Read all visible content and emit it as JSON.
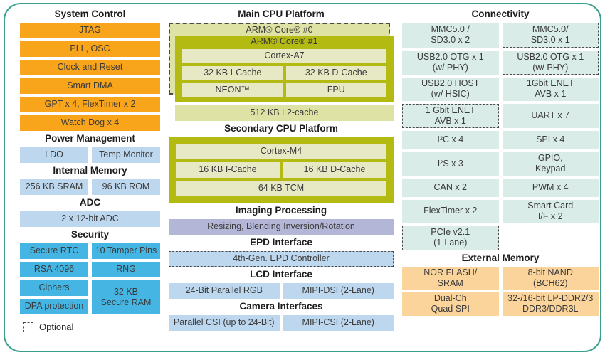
{
  "colors": {
    "frame_border": "#3AA08C",
    "orange": "#F9A51B",
    "light_blue": "#BDD7EE",
    "medium_blue": "#45B6E3",
    "lime": "#B3BB13",
    "pale_lime": "#E7E9C4",
    "pale_olive": "#DEE2A5",
    "lavender": "#B4B6D8",
    "mint": "#D9ECE8",
    "peach": "#FBD49C"
  },
  "legend": {
    "optional_label": "Optional"
  },
  "system_control": {
    "title": "System Control",
    "blocks": [
      "JTAG",
      "PLL, OSC",
      "Clock and Reset",
      "Smart DMA",
      "GPT x 4, FlexTimer x 2",
      "Watch Dog x 4"
    ]
  },
  "power_management": {
    "title": "Power Management",
    "blocks": [
      "LDO",
      "Temp Monitor"
    ]
  },
  "internal_memory": {
    "title": "Internal Memory",
    "blocks": [
      "256 KB SRAM",
      "96 KB ROM"
    ]
  },
  "adc": {
    "title": "ADC",
    "blocks": [
      "2 x 12-bit ADC"
    ]
  },
  "security": {
    "title": "Security",
    "blocks": [
      "Secure RTC",
      "10 Tamper Pins",
      "RSA 4096",
      "RNG",
      "Ciphers",
      "32 KB\nSecure RAM",
      "DPA protection"
    ]
  },
  "main_cpu": {
    "title": "Main CPU Platform",
    "core0": "ARM® Core® #0",
    "core1": "ARM® Core® #1",
    "cortex": "Cortex-A7",
    "icache": "32 KB I-Cache",
    "dcache": "32 KB D-Cache",
    "neon": "NEON™",
    "fpu": "FPU",
    "l2": "512 KB L2-cache"
  },
  "secondary_cpu": {
    "title": "Secondary CPU Platform",
    "cortex": "Cortex-M4",
    "icache": "16 KB I-Cache",
    "dcache": "16 KB D-Cache",
    "tcm": "64 KB TCM"
  },
  "imaging": {
    "title": "Imaging Processing",
    "block": "Resizing, Blending Inversion/Rotation"
  },
  "epd": {
    "title": "EPD Interface",
    "block": "4th-Gen. EPD Controller"
  },
  "lcd": {
    "title": "LCD Interface",
    "blocks": [
      "24-Bit Parallel RGB",
      "MIPI-DSI (2-Lane)"
    ]
  },
  "camera": {
    "title": "Camera Interfaces",
    "blocks": [
      "Parallel CSI (up to 24-Bit)",
      "MIPI-CSI (2-Lane)"
    ]
  },
  "connectivity": {
    "title": "Connectivity",
    "cells": [
      {
        "label": "MMC5.0 /\nSD3.0 x 2",
        "optional": false
      },
      {
        "label": "MMC5.0/\nSD3.0 x 1",
        "optional": true
      },
      {
        "label": "USB2.0 OTG x 1\n(w/ PHY)",
        "optional": false
      },
      {
        "label": "USB2.0 OTG x 1\n(w/ PHY)",
        "optional": true
      },
      {
        "label": "USB2.0 HOST\n(w/ HSIC)",
        "optional": false
      },
      {
        "label": "1Gbit ENET\nAVB x 1",
        "optional": false
      },
      {
        "label": "1 Gbit ENET\nAVB x 1",
        "optional": true
      },
      {
        "label": "UART x 7",
        "optional": false
      },
      {
        "label": "I²C x 4",
        "optional": false
      },
      {
        "label": "SPI x 4",
        "optional": false
      },
      {
        "label": "I²S x 3",
        "optional": false
      },
      {
        "label": "GPIO,\nKeypad",
        "optional": false
      },
      {
        "label": "CAN x 2",
        "optional": false
      },
      {
        "label": "PWM x 4",
        "optional": false
      },
      {
        "label": "FlexTimer x 2",
        "optional": false
      },
      {
        "label": "Smart Card\nI/F x 2",
        "optional": false
      },
      {
        "label": "PCIe v2.1\n(1-Lane)",
        "optional": true
      }
    ]
  },
  "external_memory": {
    "title": "External Memory",
    "cells": [
      "NOR FLASH/\nSRAM",
      "8-bit NAND\n(BCH62)",
      "Dual-Ch\nQuad SPI",
      "32-/16-bit LP-DDR2/3\nDDR3/DDR3L"
    ]
  }
}
